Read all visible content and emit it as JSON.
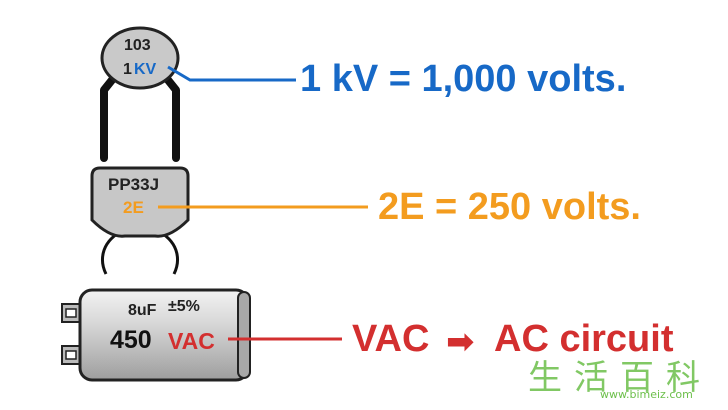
{
  "capacitors": {
    "ceramic": {
      "code": "103",
      "rating_prefix": "1",
      "rating_unit": "KV"
    },
    "film": {
      "model": "PP33J",
      "rating": "2E"
    },
    "electrolytic": {
      "capacitance": "8uF",
      "tolerance": "±5%",
      "voltage": "450",
      "type": "VAC"
    }
  },
  "callouts": {
    "ceramic": "1 kV = 1,000 volts.",
    "film": "2E = 250 volts.",
    "ac_prefix": "VAC",
    "ac_arrow": "➡",
    "ac_suffix": "AC circuit"
  },
  "watermark": {
    "chars": "生活百科",
    "url": "www.bimeiz.com"
  },
  "colors": {
    "blue": "#1769c7",
    "orange": "#f39c1f",
    "red": "#d32f2f",
    "body_gray": "#c7c7c7",
    "outline": "#222222"
  }
}
